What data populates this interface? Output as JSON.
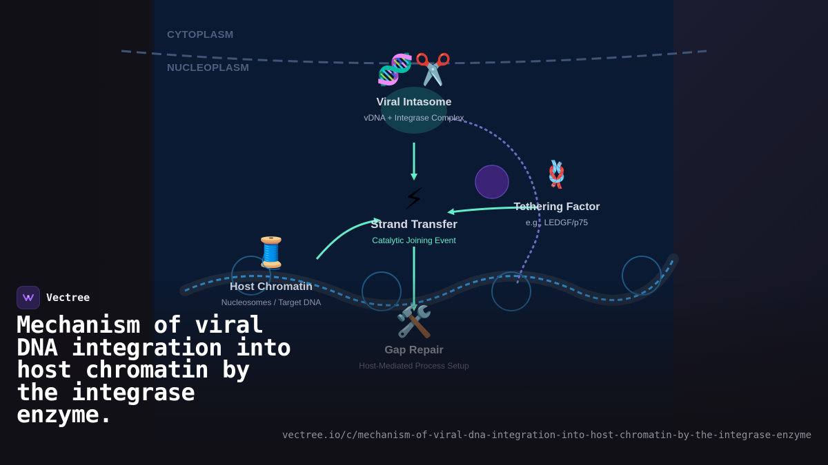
{
  "regions": {
    "cytoplasm": "CYTOPLASM",
    "nucleoplasm": "NUCLEOPLASM"
  },
  "nodes": {
    "intasome": {
      "icon": "🧬✂️",
      "title": "Viral Intasome",
      "subtitle": "vDNA + Integrase Complex"
    },
    "strand_transfer": {
      "icon": "⚡",
      "title": "Strand Transfer",
      "subtitle": "Catalytic Joining Event"
    },
    "tethering": {
      "icon": "🪢",
      "title": "Tethering Factor",
      "subtitle": "e.g., LEDGF/p75"
    },
    "chromatin": {
      "icon": "🧵",
      "title": "Host Chromatin",
      "subtitle": "Nucleosomes / Target DNA"
    },
    "gap_repair": {
      "icon": "🛠️",
      "title": "Gap Repair",
      "subtitle": "Host-Mediated Process Setup"
    }
  },
  "colors": {
    "arrow": "#64ecc8",
    "membrane": "#3f5577",
    "chromatin_strand": "#2d86c4",
    "nucleosome": "#1f5a86",
    "tether_orb": "#3a2275",
    "tether_path": "#6d6bc1"
  },
  "brand": {
    "name": "Vectree",
    "logo_icon": "vectree-logo-icon"
  },
  "headline": "Mechanism of viral DNA integration into host chromatin by the integrase enzyme.",
  "url": "vectree.io/c/mechanism-of-viral-dna-integration-into-host-chromatin-by-the-integrase-enzyme"
}
